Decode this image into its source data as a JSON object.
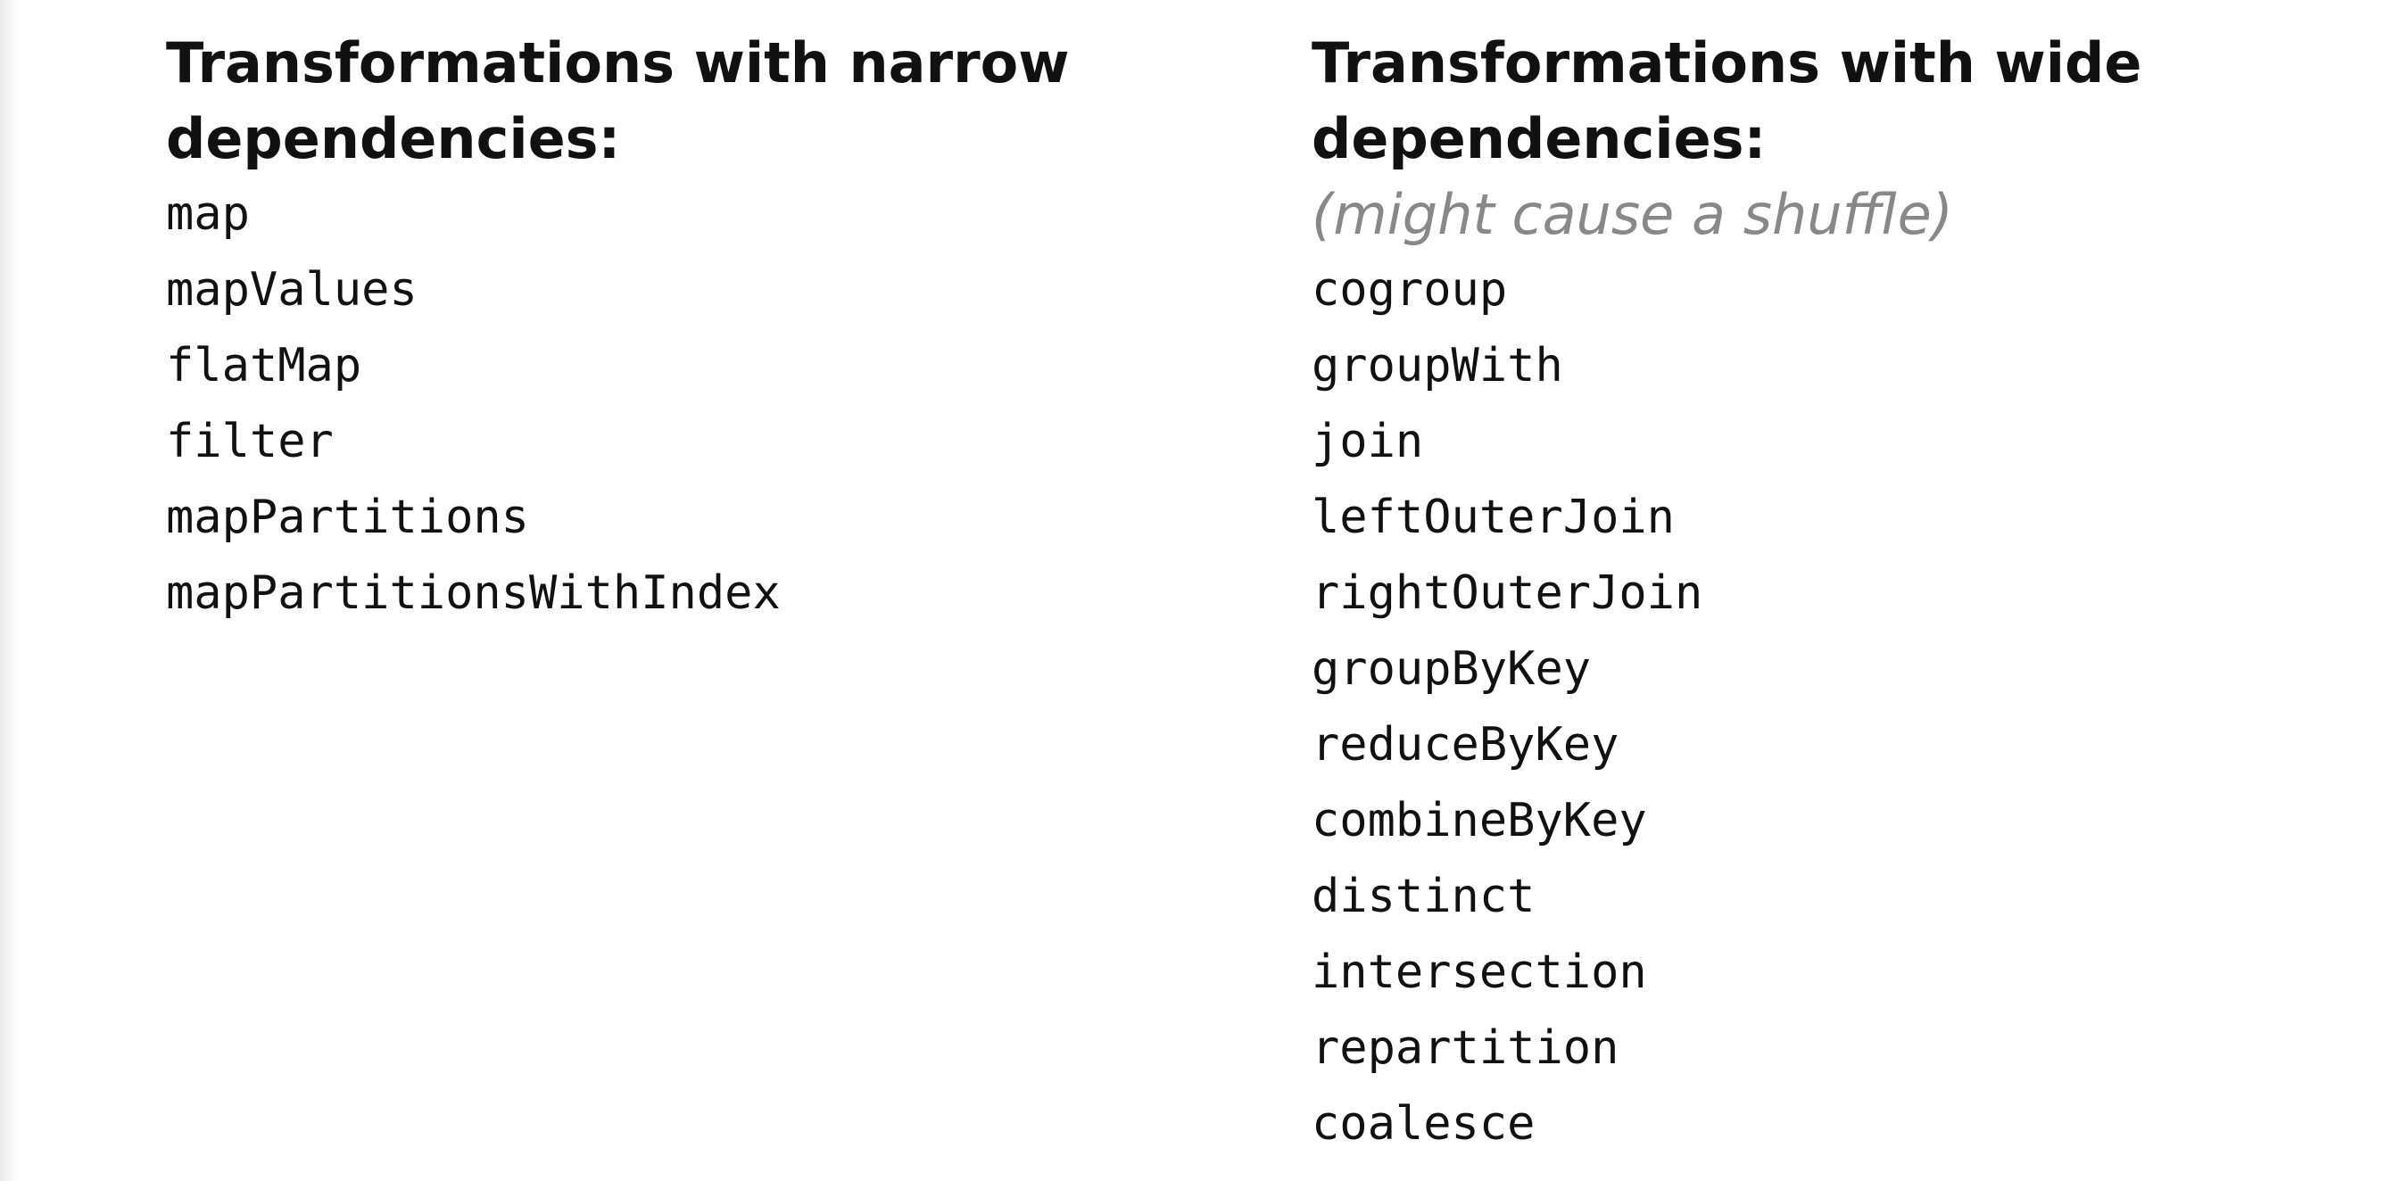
{
  "narrow": {
    "heading_line1": "Transformations with narrow",
    "heading_line2": "dependencies:",
    "items": [
      "map",
      "mapValues",
      "flatMap",
      "filter",
      "mapPartitions",
      "mapPartitionsWithIndex"
    ]
  },
  "wide": {
    "heading_line1": "Transformations with wide",
    "heading_line2": "dependencies:",
    "note": "(might cause a shuffle)",
    "items": [
      "cogroup",
      "groupWith",
      "join",
      "leftOuterJoin",
      "rightOuterJoin",
      "groupByKey",
      "reduceByKey",
      "combineByKey",
      "distinct",
      "intersection",
      "repartition",
      "coalesce"
    ]
  }
}
